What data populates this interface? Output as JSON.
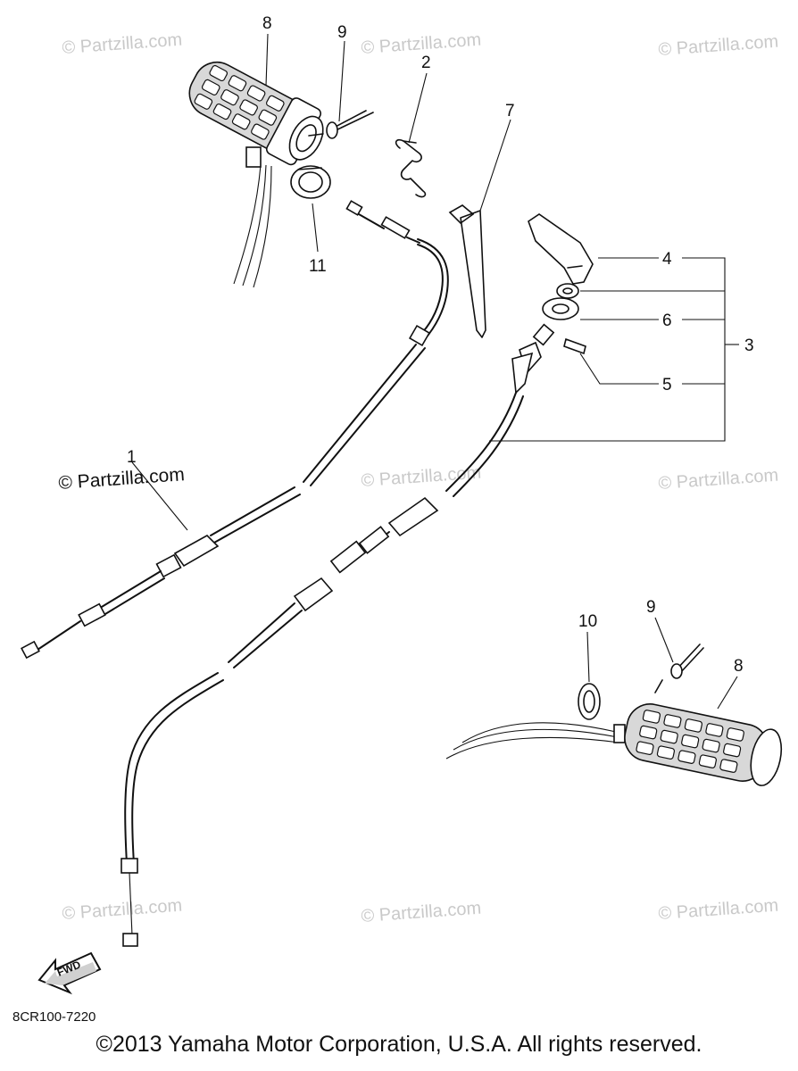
{
  "callouts": {
    "c1": "1",
    "c2": "2",
    "c3": "3",
    "c4": "4",
    "c5": "5",
    "c6": "6",
    "c7": "7",
    "c8_top": "8",
    "c8_bottom": "8",
    "c9_top": "9",
    "c9_bottom": "9",
    "c10": "10",
    "c11": "11"
  },
  "watermark": "© Partzilla.com",
  "fwd_label": "FWD",
  "diagram_code": "8CR100-7220",
  "copyright": "©2013 Yamaha Motor Corporation, U.S.A. All rights reserved."
}
